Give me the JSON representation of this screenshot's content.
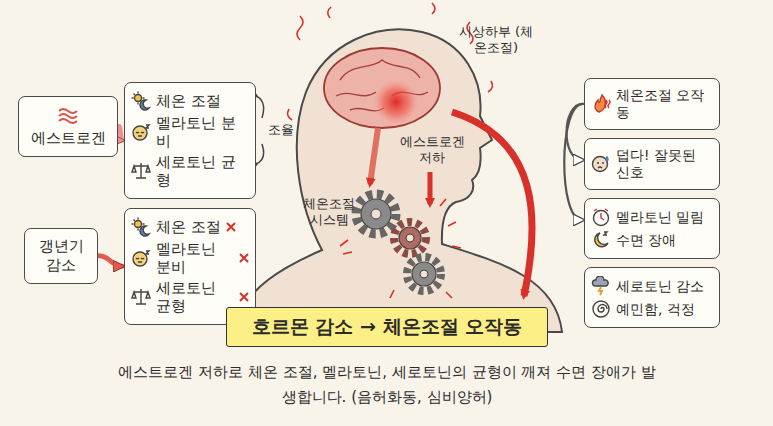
{
  "diagram": {
    "title": "호르몬 감소 → 체온조절 오작동",
    "caption": "에스트로겐 저하로 체온 조절, 멜라토닌, 세로토닌의 균형이 깨져 수면 장애가 발생합니다. (음허화동, 심비양허)",
    "nodes": [
      {
        "text": [
          "에스트로겐"
        ]
      },
      {
        "text": [
          "체온 조절",
          "멜라토닌 분비",
          "세로토닌 균형"
        ]
      },
      {
        "text": [
          "갱년기 감소"
        ]
      },
      {
        "text": [
          "체온 조절",
          "멜라토닌 분비",
          "세로토닌 균형"
        ]
      },
      {
        "text": [
          "체온조절 오작동"
        ]
      },
      {
        "text": [
          "덥다! 잘못된 신호"
        ]
      },
      {
        "text": [
          "멜라토닌 밀림",
          "수면 장애"
        ]
      },
      {
        "text": [
          "세로토닌 감소",
          "예민함, 걱정"
        ]
      }
    ],
    "edges": [
      {
        "from": 0,
        "to": 1,
        "arrow": "to"
      },
      {
        "from": 2,
        "to": 3,
        "arrow": "to"
      },
      {
        "from": 4,
        "to": 5,
        "arrow": "to"
      },
      {
        "from": 4,
        "to": 6,
        "arrow": "to"
      }
    ],
    "labels": [
      "조율",
      "시상하부 (체온조절)",
      "에스트로겐 저하",
      "체온조절 시스템"
    ]
  }
}
